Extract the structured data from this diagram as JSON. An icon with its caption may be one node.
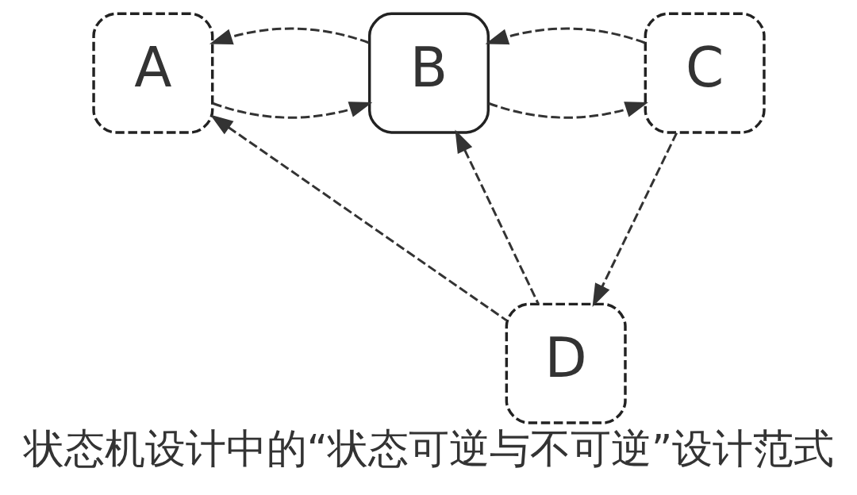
{
  "diagram": {
    "caption": "状态机设计中的“状态可逆与不可逆”设计范式",
    "nodes": [
      {
        "text": [
          "A"
        ]
      },
      {
        "text": [
          "B"
        ]
      },
      {
        "text": [
          "C"
        ]
      },
      {
        "text": [
          "D"
        ]
      }
    ],
    "edges": [
      {
        "from": 0,
        "to": 1,
        "arrow": "to",
        "style": "dashed"
      },
      {
        "from": 1,
        "to": 0,
        "arrow": "to",
        "style": "dashed"
      },
      {
        "from": 1,
        "to": 2,
        "arrow": "to",
        "style": "dashed"
      },
      {
        "from": 2,
        "to": 1,
        "arrow": "to",
        "style": "dashed"
      },
      {
        "from": 3,
        "to": 1,
        "arrow": "to",
        "style": "dashed"
      },
      {
        "from": 3,
        "to": 0,
        "arrow": "to",
        "style": "dashed"
      },
      {
        "from": 2,
        "to": 3,
        "arrow": "to",
        "style": "dashed"
      }
    ]
  }
}
